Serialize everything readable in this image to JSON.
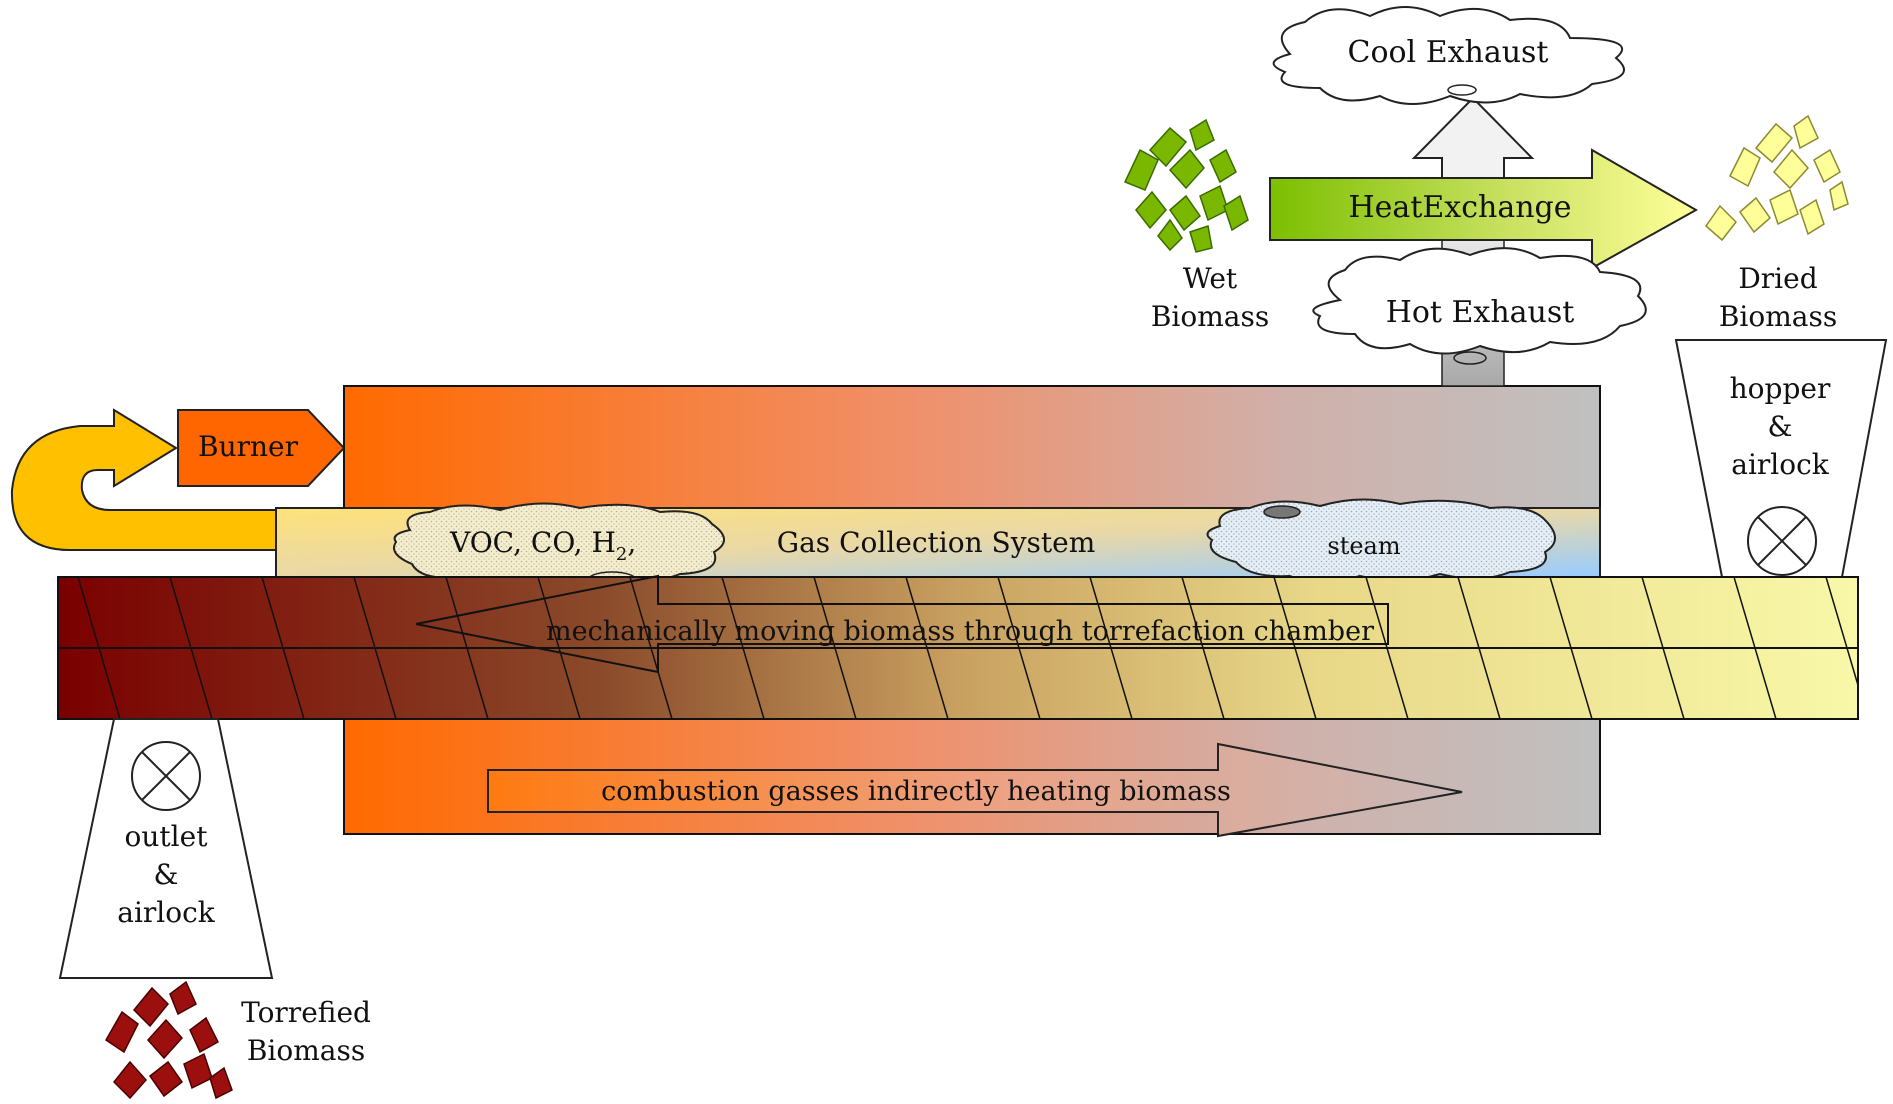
{
  "labels": {
    "cool_exhaust": "Cool Exhaust",
    "heat_exchange": "HeatExchange",
    "wet_biomass_line1": "Wet",
    "wet_biomass_line2": "Biomass",
    "dried_biomass_line1": "Dried",
    "dried_biomass_line2": "Biomass",
    "hot_exhaust": "Hot Exhaust",
    "hopper_line1": "hopper",
    "hopper_line2": "&",
    "hopper_line3": "airlock",
    "burner": "Burner",
    "voc": "VOC, CO, H",
    "voc_sub": "2",
    "voc_tail": ",",
    "gas_collection": "Gas Collection System",
    "steam": "steam",
    "moving_biomass": "mechanically moving biomass through torrefaction chamber",
    "combustion": "combustion gasses indirectly heating biomass",
    "outlet_line1": "outlet",
    "outlet_line2": "&",
    "outlet_line3": "airlock",
    "torrefied_line1": "Torrefied",
    "torrefied_line2": "Biomass"
  },
  "colors": {
    "chamber_hot": "#ff6a00",
    "chamber_cool": "#c0c0c0",
    "burner": "#ff6600",
    "return_arrow": "#ffc000",
    "gas_start": "#ffd24d",
    "gas_end": "#99ccff",
    "screw_start": "#7a0000",
    "screw_end": "#f8f8a0",
    "heat_exchange_start": "#7cbf00",
    "heat_exchange_end": "#ffff99",
    "wet_biomass": "#7ab800",
    "dried_biomass": "#ffff99",
    "torrefied_biomass": "#9b0f0f"
  }
}
